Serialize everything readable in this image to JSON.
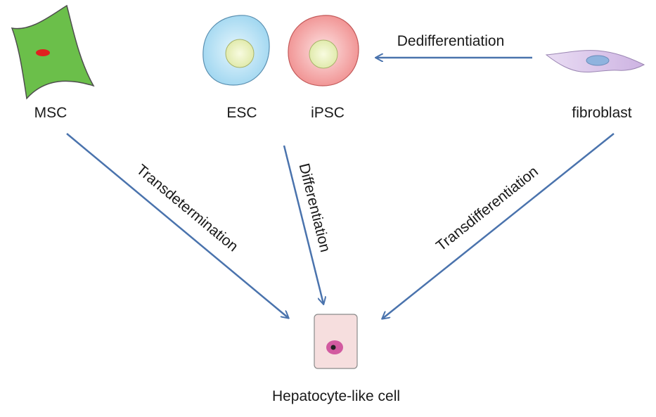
{
  "cells": {
    "msc": {
      "label": "MSC",
      "icon": "msc-cell-icon",
      "fill": "#6bbf4a",
      "nucleus": "#e01f1f"
    },
    "esc": {
      "label": "ESC",
      "icon": "esc-cell-icon",
      "fill": "#a9dcf3",
      "nucleus": "#eef3c4"
    },
    "ipsc": {
      "label": "iPSC",
      "icon": "ipsc-cell-icon",
      "fill": "#f59a9a",
      "nucleus": "#eef3c4"
    },
    "fibroblast": {
      "label": "fibroblast",
      "icon": "fibroblast-cell-icon",
      "fill": "#d8c2e8",
      "nucleus": "#8fb3de"
    },
    "hepatocyte": {
      "label": "Hepatocyte-like cell",
      "icon": "hepatocyte-cell-icon",
      "fill": "#f6dede",
      "nucleus": "#d25aa0"
    }
  },
  "processes": {
    "dedifferentiation": "Dedifferentiation",
    "transdetermination": "Transdetermination",
    "differentiation": "Differentiation",
    "transdifferentiation": "Transdifferentiation"
  },
  "colors": {
    "arrow": "#4a73ad",
    "text": "#1a1a1a"
  }
}
